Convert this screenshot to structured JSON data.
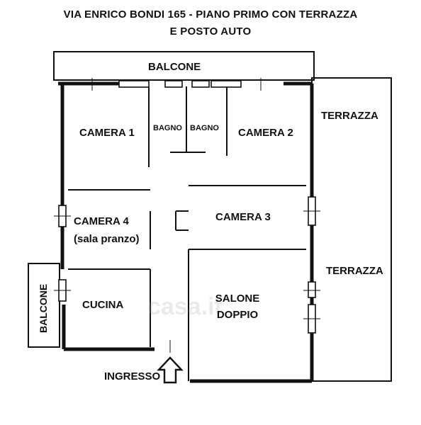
{
  "header": {
    "title_line1": "VIA ENRICO BONDI 165 - PIANO PRIMO CON TERRAZZA",
    "title_line2": "E POSTO AUTO"
  },
  "rooms": {
    "balcone_top": "BALCONE",
    "bagno_left": "BAGNO",
    "bagno_right": "BAGNO",
    "camera_1": "CAMERA 1",
    "camera_2": "CAMERA 2",
    "camera_3": "CAMERA 3",
    "camera_4_line1": "CAMERA 4",
    "camera_4_line2": "(sala pranzo)",
    "terrazza_top": "TERRAZZA",
    "terrazza_mid": "TERRAZZA",
    "salone_line1": "SALONE",
    "salone_line2": "DOPPIO",
    "cucina": "CUCINA",
    "balcone_side": "BALCONE",
    "ingresso": "INGRESSO"
  },
  "watermark": "casa.it",
  "colors": {
    "wall": "#111111",
    "background": "#ffffff"
  }
}
